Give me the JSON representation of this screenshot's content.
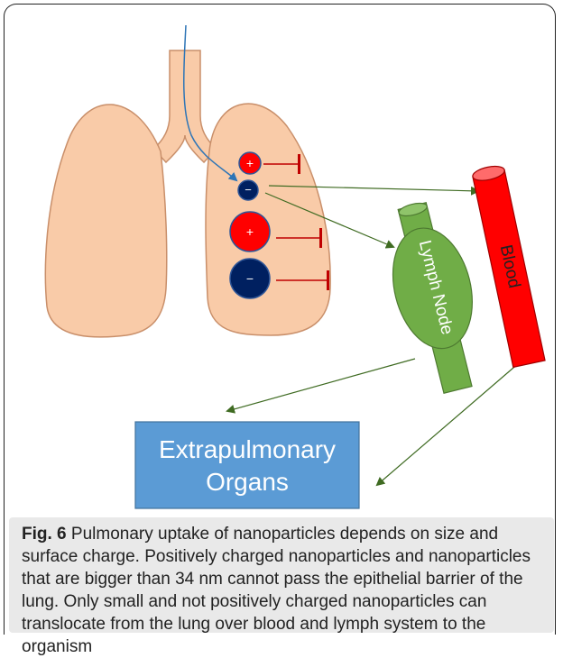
{
  "diagram": {
    "particle_small_pos_sign": "+",
    "particle_small_neg_sign": "−",
    "particle_large_pos_sign": "+",
    "particle_large_neg_sign": "−",
    "lymph_label": "Lymph Node",
    "blood_label": "Blood",
    "organs_line1": "Extrapulmonary",
    "organs_line2": "Organs",
    "colors": {
      "lung": "#f9cba8",
      "lung_stroke": "#c98f6a",
      "positive": "#ff0000",
      "negative": "#002060",
      "blocked_arrow": "#c00000",
      "transport_arrow": "#3f6b22",
      "lymph": "#70ad47",
      "blood": "#ff0000",
      "organs_box": "#5b9bd5",
      "inhale_line": "#2e75b6"
    }
  },
  "caption": {
    "label": "Fig. 6",
    "text": " Pulmonary uptake of nanoparticles depends on size and surface charge. Positively charged nanoparticles and nanoparticles that are bigger than 34 nm cannot pass the epithelial barrier of the lung. Only small and not positively charged nanoparticles can translocate from the lung over blood and lymph system to the organism"
  }
}
